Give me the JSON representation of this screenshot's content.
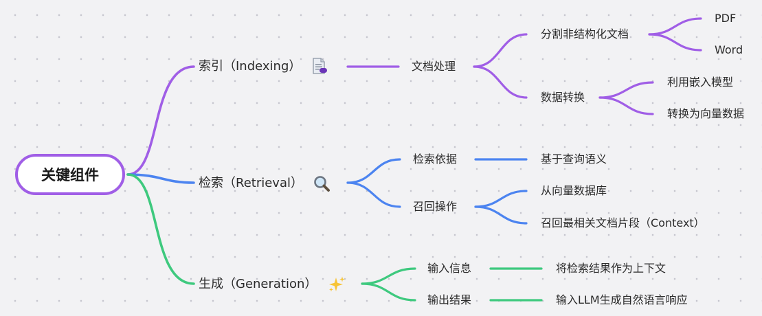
{
  "root": {
    "label": "关键组件",
    "color": "#a05ee6"
  },
  "colors": {
    "indexing": "#a05ee6",
    "retrieval": "#4c84f0",
    "generation": "#3ec97e"
  },
  "branches": {
    "indexing": {
      "label": "索引（Indexing）",
      "icon": "document-icon",
      "step": {
        "label": "文档处理",
        "children": [
          {
            "label": "分割非结构化文档",
            "leaves": [
              "PDF",
              "Word"
            ]
          },
          {
            "label": "数据转换",
            "leaves": [
              "利用嵌入模型",
              "转换为向量数据"
            ]
          }
        ]
      }
    },
    "retrieval": {
      "label": "检索（Retrieval）",
      "icon": "magnifier-icon",
      "children": [
        {
          "label": "检索依据",
          "leaves": [
            "基于查询语义"
          ]
        },
        {
          "label": "召回操作",
          "leaves": [
            "从向量数据库",
            "召回最相关文档片段（Context）"
          ]
        }
      ]
    },
    "generation": {
      "label": "生成（Generation）",
      "icon": "sparkles-icon",
      "children": [
        {
          "label": "输入信息",
          "leaves": [
            "将检索结果作为上下文"
          ]
        },
        {
          "label": "输出结果",
          "leaves": [
            "输入LLM生成自然语言响应"
          ]
        }
      ]
    }
  }
}
